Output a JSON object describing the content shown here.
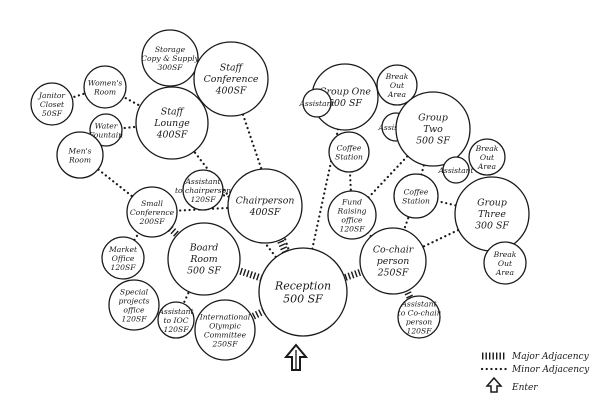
{
  "rooms": {
    "storage": [
      "Storage",
      "Copy & Supply",
      "300SF"
    ],
    "staff_conference": [
      "Staff",
      "Conference",
      "400SF"
    ],
    "womens_room": [
      "Women's",
      "Room"
    ],
    "janitor_closet": [
      "Janitor",
      "Closet",
      "50SF"
    ],
    "staff_lounge": [
      "Staff",
      "Lounge",
      "400SF"
    ],
    "water_fountain": [
      "Water",
      "Fountain"
    ],
    "mens_room": [
      "Men's",
      "Room"
    ],
    "small_conference": [
      "Small",
      "Conference",
      "200SF"
    ],
    "market_office": [
      "Market",
      "Office",
      "120SF"
    ],
    "special_projects_office": [
      "Special",
      "projects",
      "office",
      "120SF"
    ],
    "assistant_to_ioc": [
      "Assistant",
      "to IOC",
      "120SF"
    ],
    "international_olympic_committee": [
      "International",
      "Olympic",
      "Committee",
      "250SF"
    ],
    "board_room": [
      "Board",
      "Room",
      "500 SF"
    ],
    "assistant_to_chairperson": [
      "Assistant",
      "to chairperson",
      "120SF"
    ],
    "chairperson": [
      "Chairperson",
      "400SF"
    ],
    "reception": [
      "Reception",
      "500 SF"
    ],
    "group_one": [
      "Group One",
      "500 SF"
    ],
    "assistant_one": [
      "Assistant"
    ],
    "break_out_area_one": [
      "Break",
      "Out",
      "Area"
    ],
    "coffee_station_one": [
      "Coffee",
      "Station"
    ],
    "assistant_two": [
      "Assistant"
    ],
    "group_two": [
      "Group",
      "Two",
      "500 SF"
    ],
    "break_out_area_two": [
      "Break",
      "Out",
      "Area"
    ],
    "assistant_three": [
      "Assistant"
    ],
    "group_three": [
      "Group",
      "Three",
      "300 SF"
    ],
    "break_out_area_three": [
      "Break",
      "Out",
      "Area"
    ],
    "fund_raising_office": [
      "Fund",
      "Raising",
      "office",
      "120SF"
    ],
    "coffee_station_two": [
      "Coffee",
      "Station"
    ],
    "co_chair_person": [
      "Co-chair",
      "person",
      "250SF"
    ],
    "assistant_to_co_chair": [
      "Assistant",
      "to Co-chair",
      "person",
      "120SF"
    ]
  },
  "legend": {
    "major": "Major Adjacency",
    "minor": "Minor Adjacency",
    "enter": "Enter"
  }
}
